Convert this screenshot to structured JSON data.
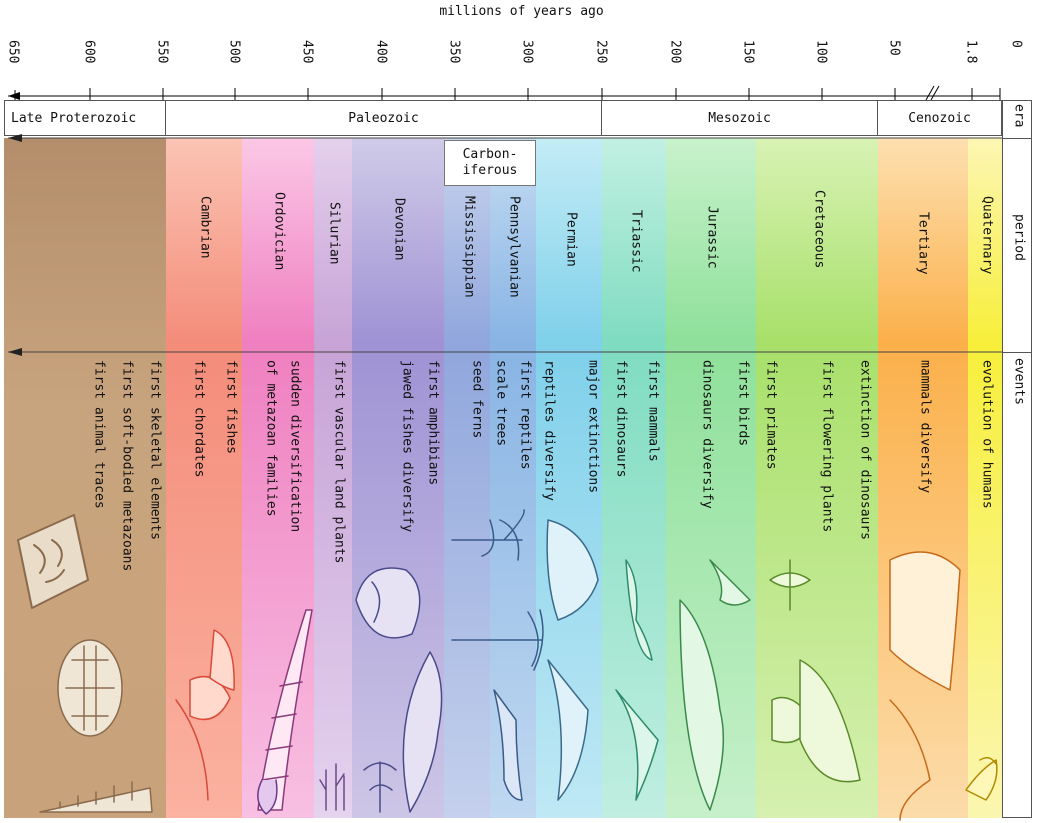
{
  "title": "millions of years ago",
  "ticks": [
    "650",
    "600",
    "550",
    "500",
    "450",
    "400",
    "350",
    "300",
    "250",
    "200",
    "150",
    "100",
    "50",
    "1.8",
    "0"
  ],
  "row_labels": {
    "era": "era",
    "period": "period",
    "events": "events"
  },
  "eras": [
    {
      "name": "Late Proterozoic"
    },
    {
      "name": "Paleozoic"
    },
    {
      "name": "Mesozoic"
    },
    {
      "name": "Cenozoic"
    }
  ],
  "carboniferous": "Carbon-\niferous",
  "periods": [
    {
      "name": "",
      "color": "#bf9a76"
    },
    {
      "name": "Cambrian",
      "color": "#f5907e"
    },
    {
      "name": "Ordovician",
      "color": "#f07fc0"
    },
    {
      "name": "Silurian",
      "color": "#c7a3d6"
    },
    {
      "name": "Devonian",
      "color": "#9f92d4"
    },
    {
      "name": "Mississippian",
      "color": "#90a6dc"
    },
    {
      "name": "Pennsylvanian",
      "color": "#88b4e4"
    },
    {
      "name": "Permian",
      "color": "#7fd0ea"
    },
    {
      "name": "Triassic",
      "color": "#7fdcc0"
    },
    {
      "name": "Jurassic",
      "color": "#8ee09a"
    },
    {
      "name": "Cretaceous",
      "color": "#a8e06a"
    },
    {
      "name": "Tertiary",
      "color": "#fbb04a"
    },
    {
      "name": "Quaternary",
      "color": "#f7ef3a"
    }
  ],
  "events": [
    [
      "first skeletal elements",
      "first soft-bodied metazoans",
      "first animal traces"
    ],
    [
      "first fishes",
      "first chordates"
    ],
    [
      "sudden diversification",
      "of metazoan families"
    ],
    [
      "first vascular land plants"
    ],
    [
      "first amphibians",
      "jawed fishes diversify"
    ],
    [
      "reptiles diversify",
      "first reptiles",
      "scale trees",
      "seed ferns"
    ],
    [
      "major extinctions"
    ],
    [
      "first mammals",
      "first dinosaurs"
    ],
    [
      "first birds",
      "dinosaurs diversify"
    ],
    [
      "first flowering plants",
      "first primates"
    ],
    [
      "extinction of dinosaurs"
    ],
    [
      "mammals diversify"
    ],
    [
      "evolution of humans"
    ]
  ],
  "fossil_icons": [
    "trace-fossil-icon",
    "jellyfish-fossil-icon",
    "shell-cone-fossil-icon",
    "fish-fossil-icon",
    "nautiloid-icon",
    "cephalopod-icon",
    "plant-icon",
    "fish-jaw-icon",
    "amphibian-icon",
    "tree-icon",
    "lizard-icon",
    "reptile-icon",
    "dinosaur-icon",
    "bird-icon",
    "flower-icon",
    "primate-icon",
    "mammal-icon",
    "human-icon"
  ]
}
